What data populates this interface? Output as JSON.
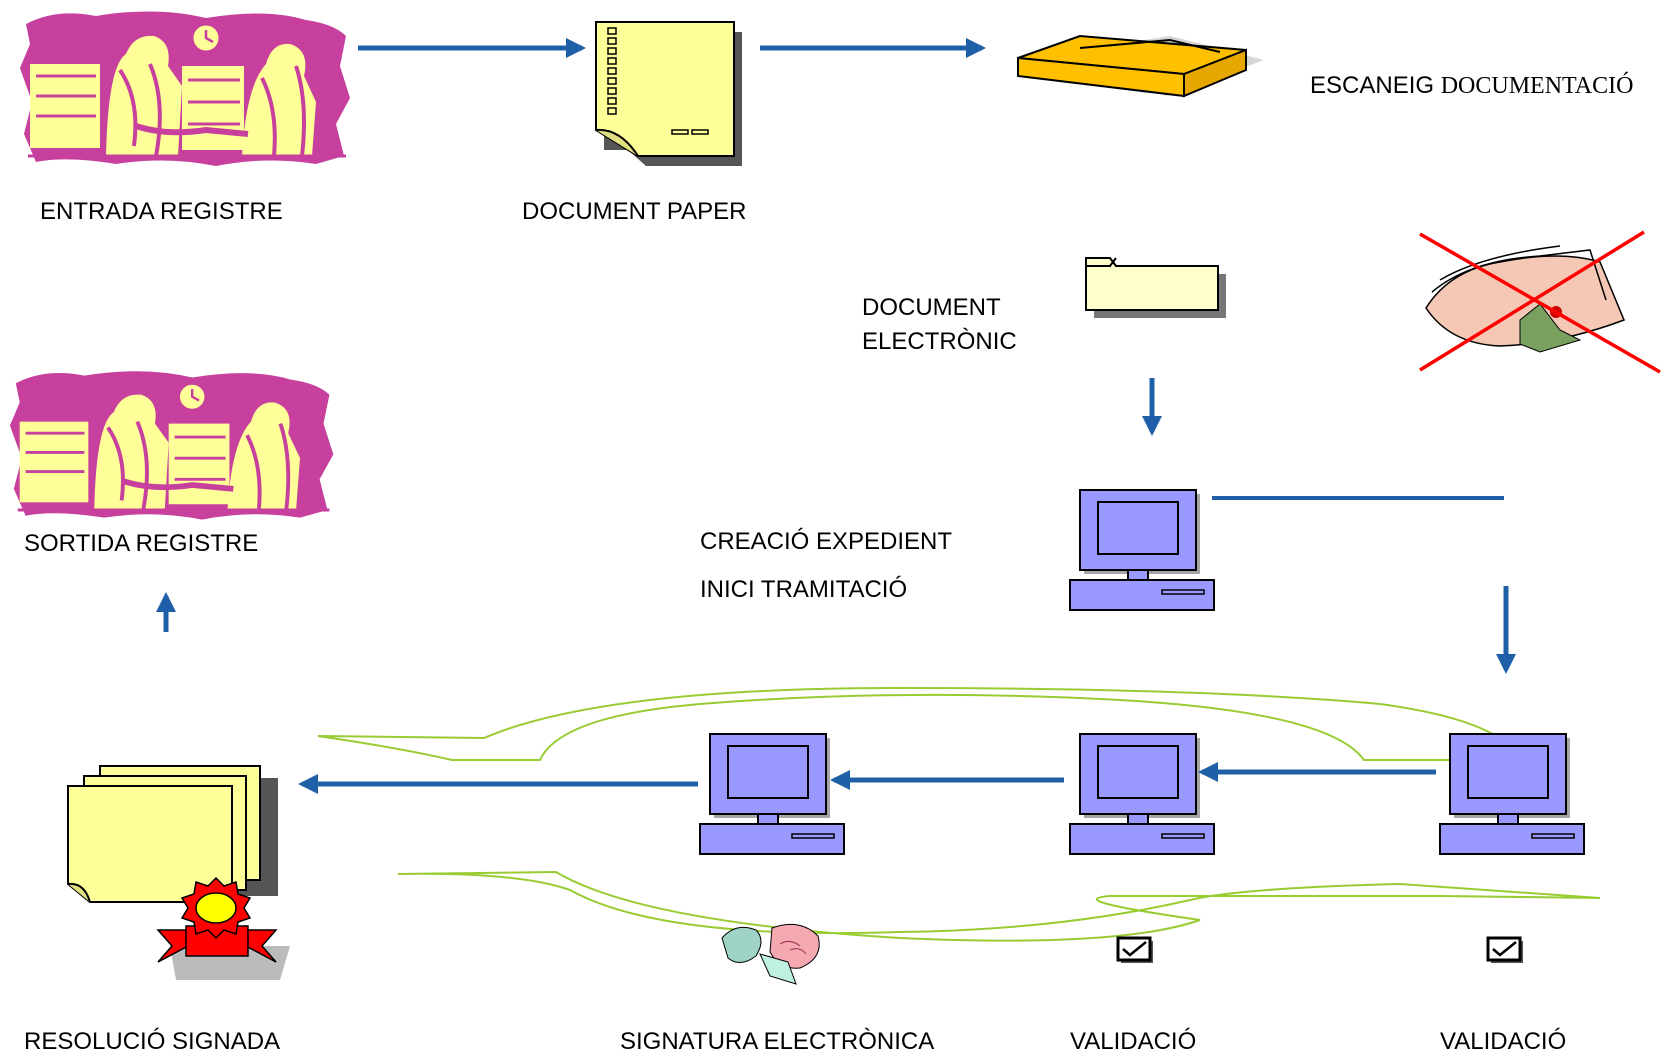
{
  "labels": {
    "entrada": "ENTRADA REGISTRE",
    "document_paper": "DOCUMENT PAPER",
    "escaneig_a": "ESCANEIG",
    "escaneig_b": "DOCUMENTACIÓ",
    "document_electronic_1": "DOCUMENT",
    "document_electronic_2": "ELECTRÒNIC",
    "sortida": "SORTIDA  REGISTRE",
    "creacio": "CREACIÓ EXPEDIENT",
    "inici": "INICI TRAMITACIÓ",
    "resolucio": "RESOLUCIÓ SIGNADA",
    "signatura": "SIGNATURA ELECTRÒNICA",
    "validacio_1": "VALIDACIÓ",
    "validacio_2": "VALIDACIÓ"
  },
  "colors": {
    "arrow": "#1f5fa8",
    "clipart_magenta": "#c8409e",
    "paper_yellow": "#ffff99",
    "scanner_gold": "#ffc000",
    "computer_violet": "#9999ff",
    "loop_green": "#99cc33",
    "cross_red": "#ff0000",
    "seal_red": "#ff0000",
    "seal_yellow": "#ffff00"
  },
  "icons": [
    "meeting-clipart-icon",
    "paper-document-icon",
    "scanner-icon",
    "folder-icon",
    "crossed-out-papers-icon",
    "computer-icon",
    "stacked-documents-icon",
    "award-seal-icon",
    "signature-clipart-icon",
    "checkbox-icon"
  ]
}
